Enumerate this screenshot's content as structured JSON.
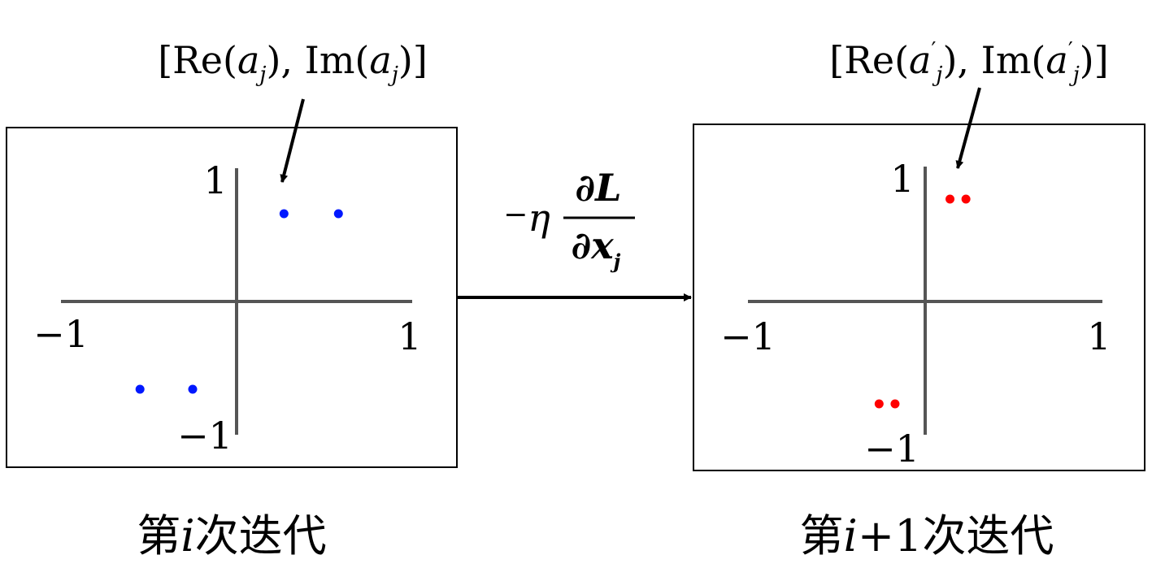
{
  "left_panel": {
    "label_prefix": "[Re(",
    "label_var": "a",
    "label_sub": "j",
    "label_mid": "), Im(",
    "label_suffix": ")]",
    "tick_y_top": "1",
    "tick_y_bottom": "−1",
    "tick_x_left": "−1",
    "tick_x_right": "1",
    "caption_a": "第",
    "caption_var": "i",
    "caption_b": "次迭代",
    "point_color": "#0018ff",
    "points": [
      [
        0.27,
        0.5
      ],
      [
        0.58,
        0.5
      ],
      [
        -0.55,
        -0.5
      ],
      [
        -0.25,
        -0.5
      ]
    ]
  },
  "right_panel": {
    "label_prefix": "[Re(",
    "label_var": "a",
    "label_sup": "′",
    "label_sub": "j",
    "label_mid": "), Im(",
    "label_suffix": ")]",
    "tick_y_top": "1",
    "tick_y_bottom": "−1",
    "tick_x_left": "−1",
    "tick_x_right": "1",
    "caption_a": "第",
    "caption_var": "i",
    "caption_b": "+1次迭代",
    "point_color": "#ff0000",
    "points": [
      [
        0.14,
        0.6
      ],
      [
        0.23,
        0.6
      ],
      [
        -0.26,
        -0.6
      ],
      [
        -0.17,
        -0.6
      ]
    ]
  },
  "update": {
    "minus": "−",
    "eta": "η",
    "numerator": "∂L",
    "denominator": "∂x",
    "denominator_sub": "j"
  }
}
